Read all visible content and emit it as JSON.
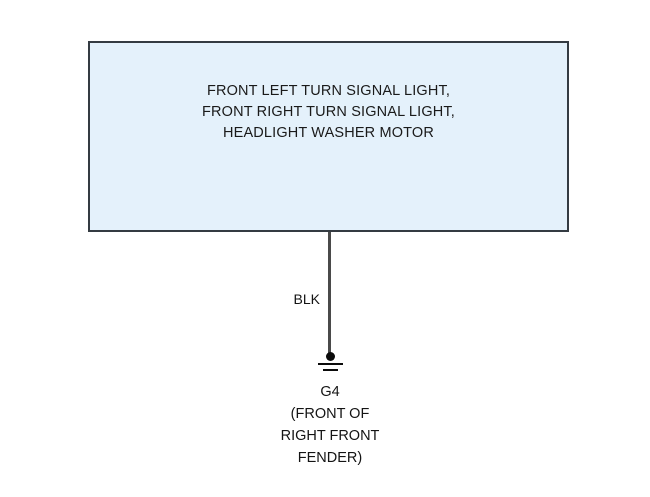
{
  "diagram": {
    "type": "automotive-ground-wiring-diagram",
    "background_color": "#ffffff",
    "component_box": {
      "fill_color": "#e4f1fb",
      "border_color": "#343b42",
      "label_lines": [
        "FRONT LEFT TURN SIGNAL LIGHT,",
        "FRONT RIGHT TURN SIGNAL LIGHT,",
        "HEADLIGHT WASHER MOTOR"
      ]
    },
    "wire": {
      "label": "BLK",
      "color": "#4a4a4a"
    },
    "ground": {
      "symbol_name": "chassis-ground-symbol",
      "symbol_color": "#0b0b0b",
      "caption_lines": [
        "G4",
        "(FRONT OF",
        "RIGHT FRONT",
        "FENDER)"
      ]
    }
  }
}
